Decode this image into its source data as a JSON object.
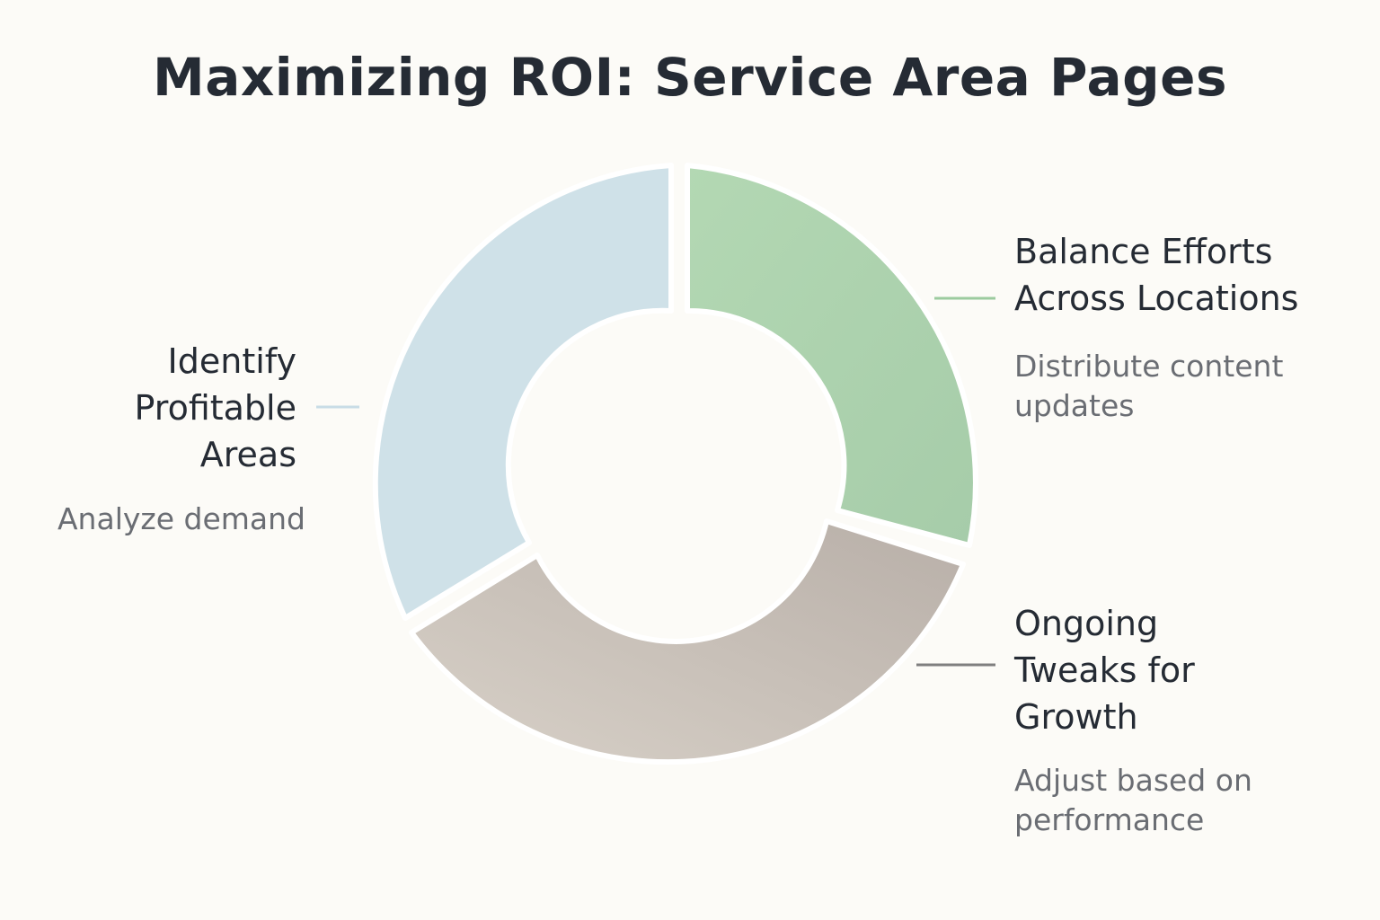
{
  "title": "Maximizing ROI: Service Area Pages",
  "segments": [
    {
      "label": "Identify Profitable Areas",
      "label_lines": [
        "Identify",
        "Profitable",
        "Areas"
      ],
      "description": "Analyze demand",
      "color": "#cfe1e8"
    },
    {
      "label": "Balance Efforts Across Locations",
      "label_lines": [
        "Balance Efforts",
        "Across Locations"
      ],
      "description": "Distribute content updates",
      "description_lines": [
        "Distribute content",
        "updates"
      ],
      "color": "#abd0ac"
    },
    {
      "label": "Ongoing Tweaks for Growth",
      "label_lines": [
        "Ongoing",
        "Tweaks for",
        "Growth"
      ],
      "description": "Adjust based on performance",
      "description_lines": [
        "Adjust based on",
        "performance"
      ],
      "color": "#c4bcb4"
    }
  ],
  "connector_colors": {
    "left": "#c8dce6",
    "right_top": "#9ccb9f",
    "right_bottom": "#7f7f7f"
  }
}
